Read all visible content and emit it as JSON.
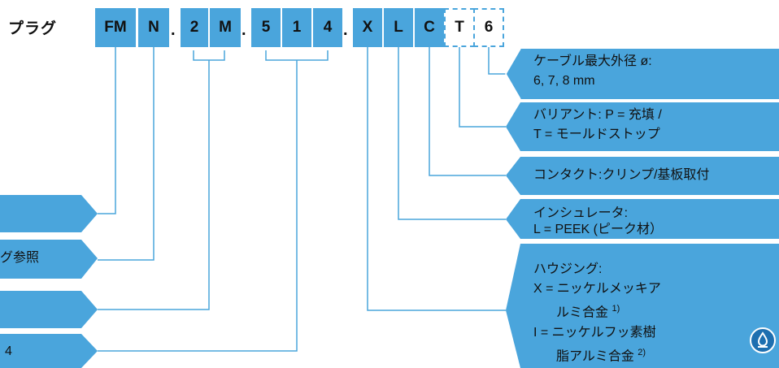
{
  "title": "プラグ",
  "code": {
    "fm": "FM",
    "n": "N",
    "d1": ".",
    "two": "2",
    "m": "M",
    "d2": ".",
    "five": "5",
    "one": "1",
    "four": "4",
    "d3": ".",
    "x": "X",
    "l": "L",
    "c": "C",
    "t": "T",
    "six": "6"
  },
  "right_labels": {
    "cable": [
      "ケーブル最大外径 ø:",
      "6, 7, 8 mm"
    ],
    "variant": [
      "バリアント: P = 充填 /",
      "T = モールドストップ"
    ],
    "contact": [
      "コンタクト:クリンプ/基板取付"
    ],
    "insulator": [
      "インシュレータ:",
      "L = PEEK (ピーク材）"
    ],
    "housing": [
      "ハウジング:",
      "X = ニッケルメッキア",
      "ルミ合金",
      "I = ニッケルフッ素樹",
      "脂アルミ合金"
    ],
    "housing_notes": [
      "1)",
      "2)"
    ]
  },
  "left_labels": {
    "l2": "グ参照",
    "l4": "4"
  },
  "colors": {
    "accent": "#4aa5dc",
    "line": "#4aa5dc"
  },
  "icons": {
    "corner": "water-drop-icon"
  }
}
